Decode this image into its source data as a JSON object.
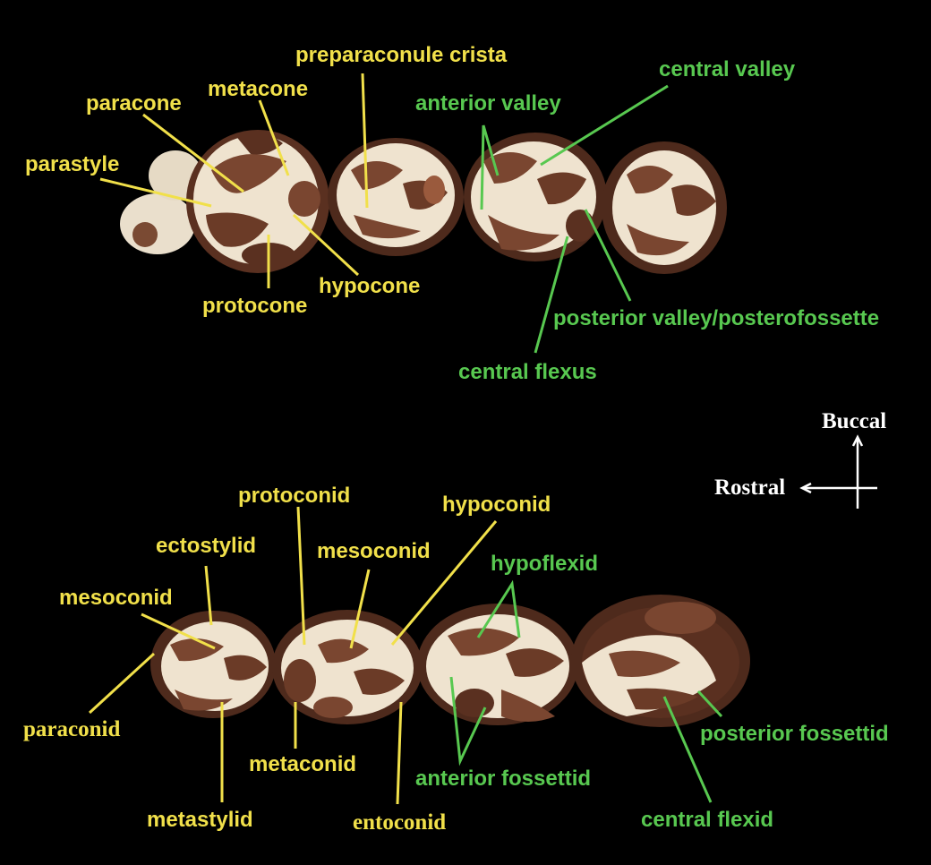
{
  "upper_row": {
    "yellow_labels": {
      "preparaconule_crista": "preparaconule crista",
      "paracone": "paracone",
      "metacone": "metacone",
      "parastyle": "parastyle",
      "hypocone": "hypocone",
      "protocone": "protocone"
    },
    "green_labels": {
      "central_valley": "central valley",
      "anterior_valley": "anterior valley",
      "posterior_valley": "posterior valley/posterofossette",
      "central_flexus": "central flexus"
    }
  },
  "lower_row": {
    "yellow_labels": {
      "protoconid": "protoconid",
      "hypoconid": "hypoconid",
      "ectostylid": "ectostylid",
      "mesoconid_right": "mesoconid",
      "mesoconid_left": "mesoconid",
      "paraconid": "paraconid",
      "metaconid": "metaconid",
      "metastylid": "metastylid",
      "entoconid": "entoconid"
    },
    "green_labels": {
      "hypoflexid": "hypoflexid",
      "posterior_fossettid": "posterior fossettid",
      "anterior_fossettid": "anterior fossettid",
      "central_flexid": "central flexid"
    }
  },
  "orientation": {
    "buccal": "Buccal",
    "rostral": "Rostral"
  },
  "colors": {
    "background": "#000000",
    "yellow_label": "#f1e04a",
    "green_label": "#58c850",
    "enamel": "#efe3cf",
    "dentin": "#6a3a26",
    "arrow": "#ffffff"
  }
}
